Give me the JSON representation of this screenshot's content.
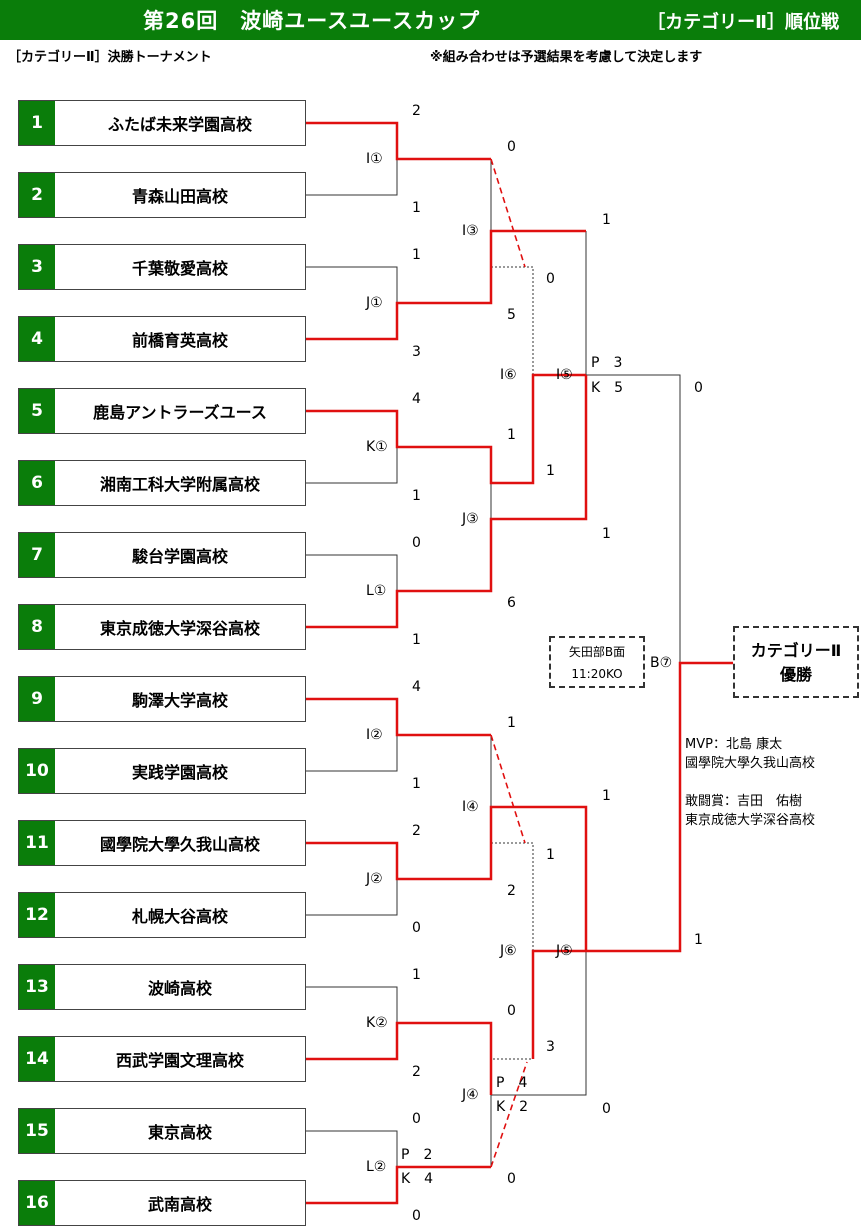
{
  "header": {
    "title": "第26回　波崎ユースユースカップ",
    "right": "［カテゴリーⅡ］順位戦"
  },
  "subheader": {
    "left": "［カテゴリーⅡ］決勝トーナメント",
    "right": "※組み合わせは予選結果を考慮して決定します"
  },
  "teams": [
    {
      "seed": "1",
      "name": "ふたば未来学園高校"
    },
    {
      "seed": "2",
      "name": "青森山田高校"
    },
    {
      "seed": "3",
      "name": "千葉敬愛高校"
    },
    {
      "seed": "4",
      "name": "前橋育英高校"
    },
    {
      "seed": "5",
      "name": "鹿島アントラーズユース"
    },
    {
      "seed": "6",
      "name": "湘南工科大学附属高校"
    },
    {
      "seed": "7",
      "name": "駿台学園高校"
    },
    {
      "seed": "8",
      "name": "東京成徳大学深谷高校"
    },
    {
      "seed": "9",
      "name": "駒澤大学高校"
    },
    {
      "seed": "10",
      "name": "実践学園高校"
    },
    {
      "seed": "11",
      "name": "國學院大學久我山高校"
    },
    {
      "seed": "12",
      "name": "札幌大谷高校"
    },
    {
      "seed": "13",
      "name": "波崎高校"
    },
    {
      "seed": "14",
      "name": "西武学園文理高校"
    },
    {
      "seed": "15",
      "name": "東京高校"
    },
    {
      "seed": "16",
      "name": "武南高校"
    }
  ],
  "labels": {
    "m_i1": "I①",
    "m_j1": "J①",
    "m_k1": "K①",
    "m_l1": "L①",
    "m_i2": "I②",
    "m_j2": "J②",
    "m_k2": "K②",
    "m_l2": "L②",
    "m_i3": "I③",
    "m_j3": "J③",
    "m_i4": "I④",
    "m_j4": "J④",
    "m_i6": "I⑥",
    "m_j6": "J⑥",
    "m_i5": "I⑤",
    "m_j5": "J⑤",
    "m_b7": "B⑦",
    "s01": "2",
    "s02": "1",
    "s03": "1",
    "s04": "3",
    "s05": "4",
    "s06": "1",
    "s07": "0",
    "s08": "1",
    "s09": "4",
    "s10": "1",
    "s11": "2",
    "s12": "0",
    "s13": "1",
    "s14": "2",
    "s15": "0",
    "s16": "0",
    "r_i3_top": "0",
    "r_i3_bot": "5",
    "r_j3_top": "1",
    "r_j3_bot": "6",
    "r_i4_top": "1",
    "r_i4_bot": "2",
    "r_j4_top": "0",
    "r_j4_bot": "0",
    "r_i6_top": "0",
    "r_i6_bot": "1",
    "r_j6_top": "1",
    "r_j6_bot": "3",
    "r_i5_top": "1",
    "r_i5_bot": "1",
    "r_j5_top": "1",
    "r_j5_bot": "0",
    "r_b7_top": "0",
    "r_b7_bot": "1",
    "pk_i5_p": "P　3",
    "pk_i5_k": "K　5",
    "pk_j4_p": "P　4",
    "pk_j4_k": "K　2",
    "pk_l2_p": "P　2",
    "pk_l2_k": "K　4"
  },
  "venue": {
    "line1": "矢田部B面",
    "line2": "11:20KO"
  },
  "winner": {
    "line1": "カテゴリーⅡ",
    "line2": "優勝"
  },
  "awards": {
    "mvp": "MVP：北島 康太",
    "mvp_school": "國學院大學久我山高校",
    "fighting": "敢闘賞：吉田　佑樹",
    "fighting_school": "東京成徳大学深谷高校"
  },
  "colors": {
    "header_bg": "#0a7d0a",
    "winner_line": "#e01010",
    "line": "#333333"
  }
}
